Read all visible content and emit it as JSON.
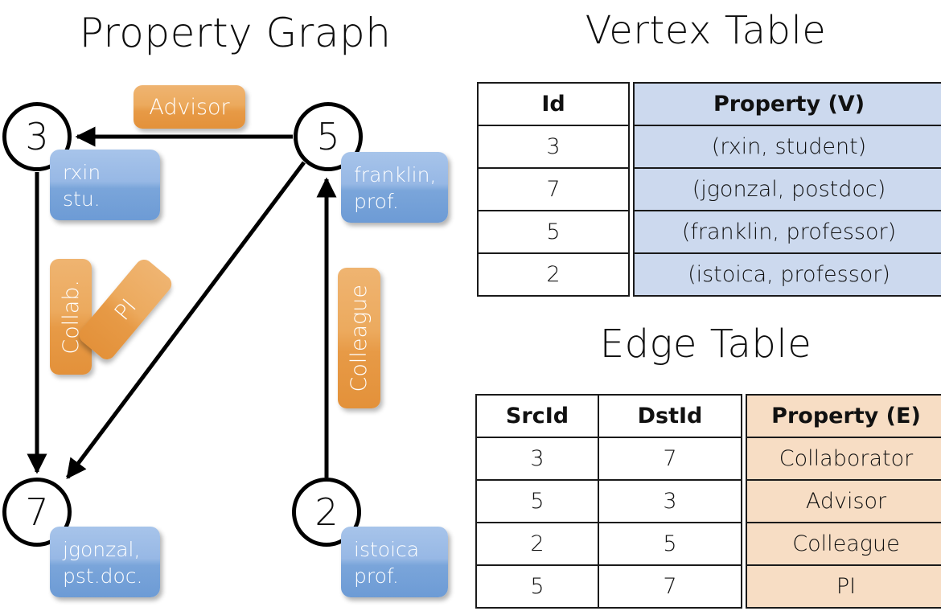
{
  "titles": {
    "property_graph": "Property Graph",
    "vertex_table": "Vertex Table",
    "edge_table": "Edge Table"
  },
  "graph": {
    "nodes": [
      {
        "id": "3",
        "name": "rxin",
        "role": "stu.",
        "label_line1": "rxin",
        "label_line2": "stu."
      },
      {
        "id": "5",
        "name": "franklin",
        "role": "prof.",
        "label_line1": "franklin,",
        "label_line2": "prof."
      },
      {
        "id": "7",
        "name": "jgonzal",
        "role": "pst.doc.",
        "label_line1": "jgonzal,",
        "label_line2": "pst.doc."
      },
      {
        "id": "2",
        "name": "istoica",
        "role": "prof.",
        "label_line1": "istoica",
        "label_line2": "prof."
      }
    ],
    "edge_labels": {
      "advisor": "Advisor",
      "collab": "Collab.",
      "pi": "PI",
      "colleague": "Colleague"
    },
    "edges": [
      {
        "src": "5",
        "dst": "3",
        "label": "Advisor"
      },
      {
        "src": "3",
        "dst": "7",
        "label": "Collab."
      },
      {
        "src": "5",
        "dst": "7",
        "label": "PI"
      },
      {
        "src": "2",
        "dst": "5",
        "label": "Colleague"
      }
    ]
  },
  "colors": {
    "vertex_box_fill": "#8fb3e3",
    "edge_chip_fill": "#eaa453",
    "vertex_table_prop_bg": "#ccd9ee",
    "edge_table_prop_bg": "#f7ddc4",
    "stroke": "#000000"
  },
  "vertex_table": {
    "headers": [
      "Id",
      "Property (V)"
    ],
    "rows": [
      {
        "id": "3",
        "property": "(rxin, student)"
      },
      {
        "id": "7",
        "property": "(jgonzal, postdoc)"
      },
      {
        "id": "5",
        "property": "(franklin, professor)"
      },
      {
        "id": "2",
        "property": "(istoica, professor)"
      }
    ]
  },
  "edge_table": {
    "headers": [
      "SrcId",
      "DstId",
      "Property (E)"
    ],
    "rows": [
      {
        "src": "3",
        "dst": "7",
        "property": "Collaborator"
      },
      {
        "src": "5",
        "dst": "3",
        "property": "Advisor"
      },
      {
        "src": "2",
        "dst": "5",
        "property": "Colleague"
      },
      {
        "src": "5",
        "dst": "7",
        "property": "PI"
      }
    ]
  }
}
